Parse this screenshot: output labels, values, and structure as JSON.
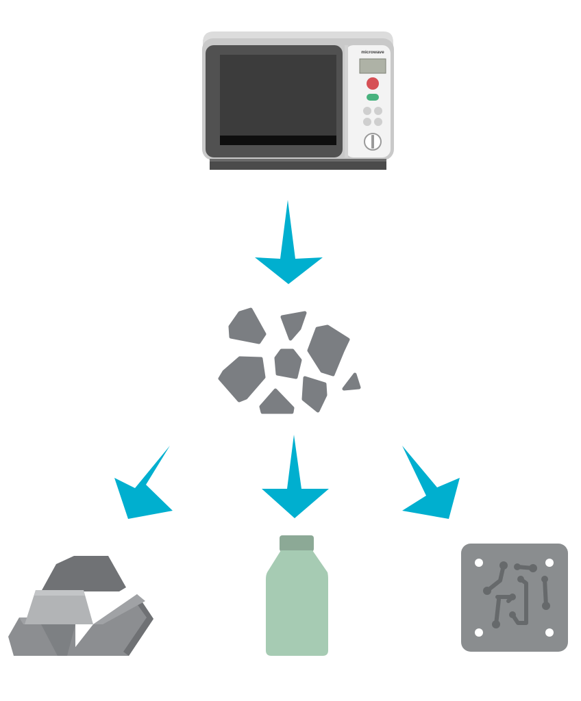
{
  "diagram": {
    "source": {
      "name": "microwave",
      "brand_label": "microwave"
    },
    "intermediate": {
      "name": "crushed-fragments"
    },
    "outputs": [
      {
        "name": "metal-ingots"
      },
      {
        "name": "plastic-bottle"
      },
      {
        "name": "circuit-board"
      }
    ]
  },
  "colors": {
    "arrow": "#00afcf",
    "fragment": "#7b7e82",
    "bottle_body": "#a6cbb3",
    "bottle_cap": "#8ca996",
    "board": "#8a8d8f",
    "ingot": "#8c8e91",
    "microwave_shell": "#c9c9c9",
    "microwave_frame": "#515151",
    "microwave_glass": "#3c3c3c",
    "button_red": "#d65055",
    "button_green": "#48b27e"
  }
}
